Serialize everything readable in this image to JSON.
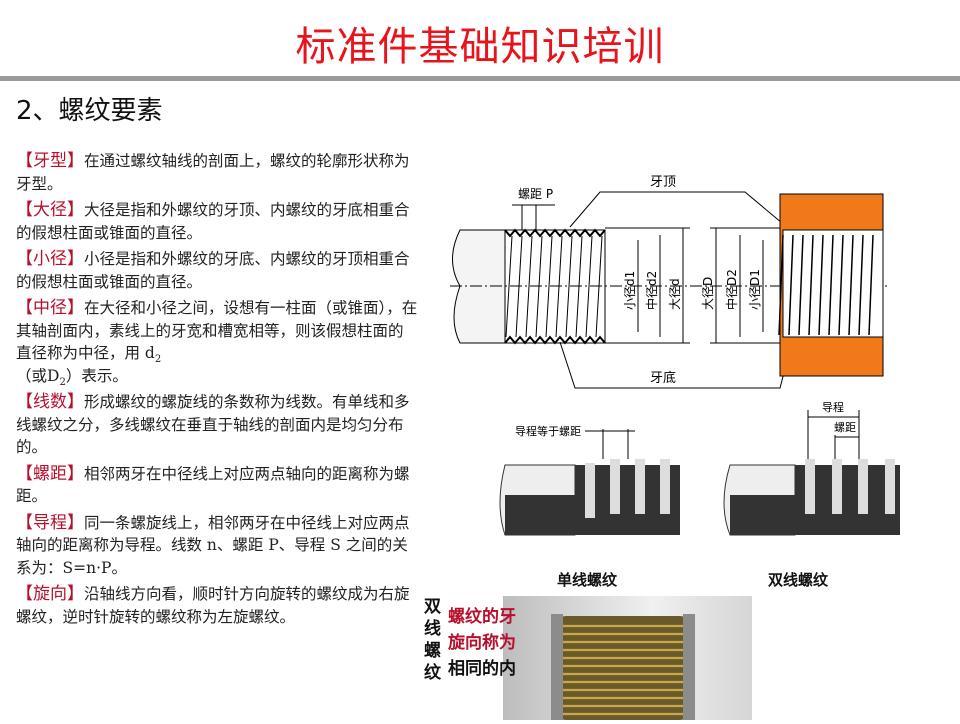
{
  "header": {
    "title": "标准件基础知识培训"
  },
  "section": {
    "title": "2、螺纹要素"
  },
  "paragraphs": [
    {
      "label": "【牙型】",
      "text": "在通过螺纹轴线的剖面上，螺纹的轮廓形状称为牙型。"
    },
    {
      "label": "【大径】",
      "text": "大径是指和外螺纹的牙顶、内螺纹的牙底相重合的假想柱面或锥面的直径。"
    },
    {
      "label": "【小径】",
      "text": "小径是指和外螺纹的牙底、内螺纹的牙顶相重合的假想柱面或锥面的直径。"
    },
    {
      "label": "【中径】",
      "text": "在大径和小径之间，设想有一柱面（或锥面），在其轴剖面内，素线上的牙宽和槽宽相等，则该假想柱面的直径称为中径，用 d",
      "sub1": "2",
      "text2": "（或D",
      "sub2": "2",
      "text3": "）表示。"
    },
    {
      "label": "【线数】",
      "text": "形成螺纹的螺旋线的条数称为线数。有单线和多线螺纹之分，多线螺纹在垂直于轴线的剖面内是均匀分布的。"
    },
    {
      "label": "【螺距】",
      "text": "相邻两牙在中径线上对应两点轴向的距离称为螺距。"
    },
    {
      "label": "【导程】",
      "text": "同一条螺旋线上，相邻两牙在中径线上对应两点轴向的距离称为导程。线数 n、螺距 P、导程 S 之间的关系为：S=n·P。"
    },
    {
      "label": "【旋向】",
      "text": "沿轴线方向看，顺时针方向旋转的螺纹成为右旋螺纹，逆时针旋转的螺纹称为左旋螺纹。"
    }
  ],
  "diagram": {
    "pitch": "螺距 P",
    "crest": "牙顶",
    "root": "牙底",
    "d1": "小径d1",
    "d2": "中径d2",
    "d": "大径d",
    "D": "大径D",
    "D2": "中径D2",
    "D1": "小径D1"
  },
  "figure2": {
    "lead_eq_pitch": "导程等于螺距",
    "lead": "导程",
    "pitch": "螺距",
    "single_caption": "单线螺纹",
    "double_caption": "双线螺纹"
  },
  "overlay": {
    "vertical": "双线螺纹",
    "red_lines": [
      "螺纹的牙",
      "旋向称为",
      "相同的内"
    ]
  },
  "colors": {
    "title": "#e8131b",
    "label": "#b8102c",
    "orange": "#f07a1a"
  }
}
